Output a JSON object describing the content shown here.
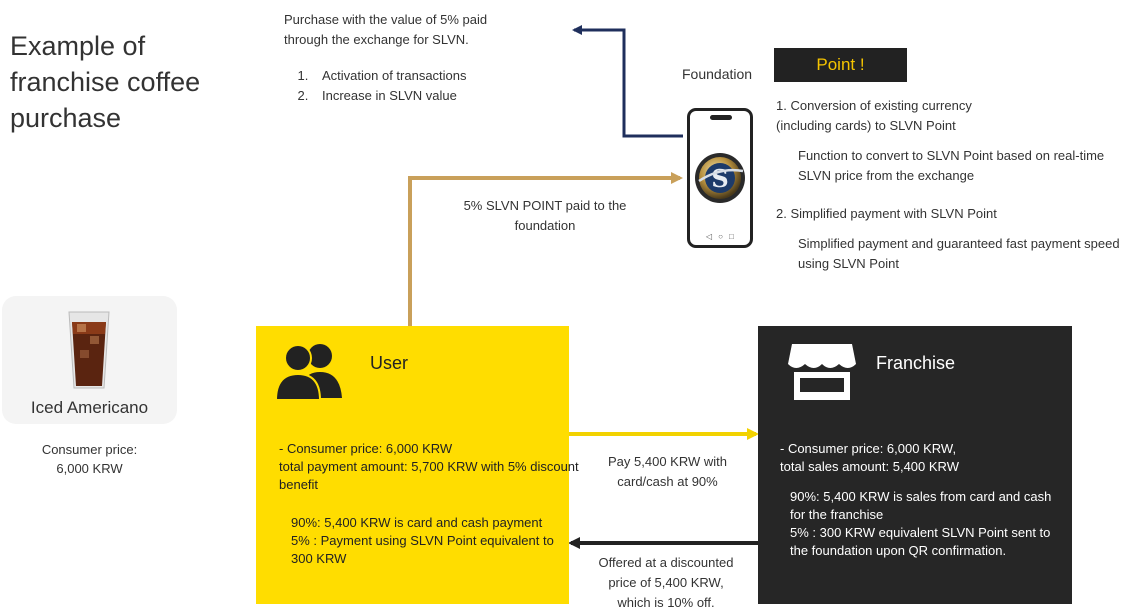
{
  "title": "Example of\nfranchise coffee\npurchase",
  "top_note": {
    "description": "Purchase with the value of 5% paid\nthrough the exchange for SLVN.",
    "items": [
      "Activation of transactions",
      "Increase in SLVN value"
    ]
  },
  "foundation_label": "Foundation",
  "point_badge": "Point !",
  "point_features": {
    "item1_title": "1. Conversion of existing currency\n   (including cards) to SLVN Point",
    "item1_desc": "Function to convert to SLVN Point based on real-time SLVN price from the exchange",
    "item2_title": "2. Simplified payment with SLVN Point",
    "item2_desc": "Simplified payment and guaranteed fast payment speed using SLVN Point"
  },
  "product": {
    "name": "Iced Americano",
    "price": "Consumer price:\n6,000 KRW"
  },
  "user": {
    "title": "User",
    "line1": "- Consumer price: 6,000 KRW",
    "line2": "total payment amount: 5,700 KRW with 5% discount benefit",
    "detail": "90%: 5,400 KRW is card and cash payment\n5%  : Payment using SLVN Point equivalent to 300 KRW"
  },
  "franchise": {
    "title": "Franchise",
    "line1": "- Consumer price: 6,000 KRW,",
    "line2": "total sales amount: 5,400 KRW",
    "detail1": "90%: 5,400 KRW is sales from card and cash for the franchise",
    "detail2": "5%  : 300 KRW equivalent SLVN Point sent to the foundation upon QR confirmation."
  },
  "flows": {
    "to_foundation": "5% SLVN POINT paid to the\nfoundation",
    "pay": "Pay 5,400 KRW with\ncard/cash at 90%",
    "offer": "Offered at a discounted\nprice of 5,400 KRW,\nwhich is 10% off."
  },
  "colors": {
    "user_box": "#ffdd00",
    "franchise_box": "#262626",
    "arrow_foundation": "#c9a05a",
    "arrow_exchange": "#1f2f5c",
    "arrow_pay": "#f2d200",
    "arrow_offer": "#222222",
    "badge_text": "#f5c400"
  },
  "icons": [
    "users-icon",
    "store-icon",
    "smartphone-icon",
    "slvn-coin-icon",
    "iced-coffee-icon"
  ]
}
